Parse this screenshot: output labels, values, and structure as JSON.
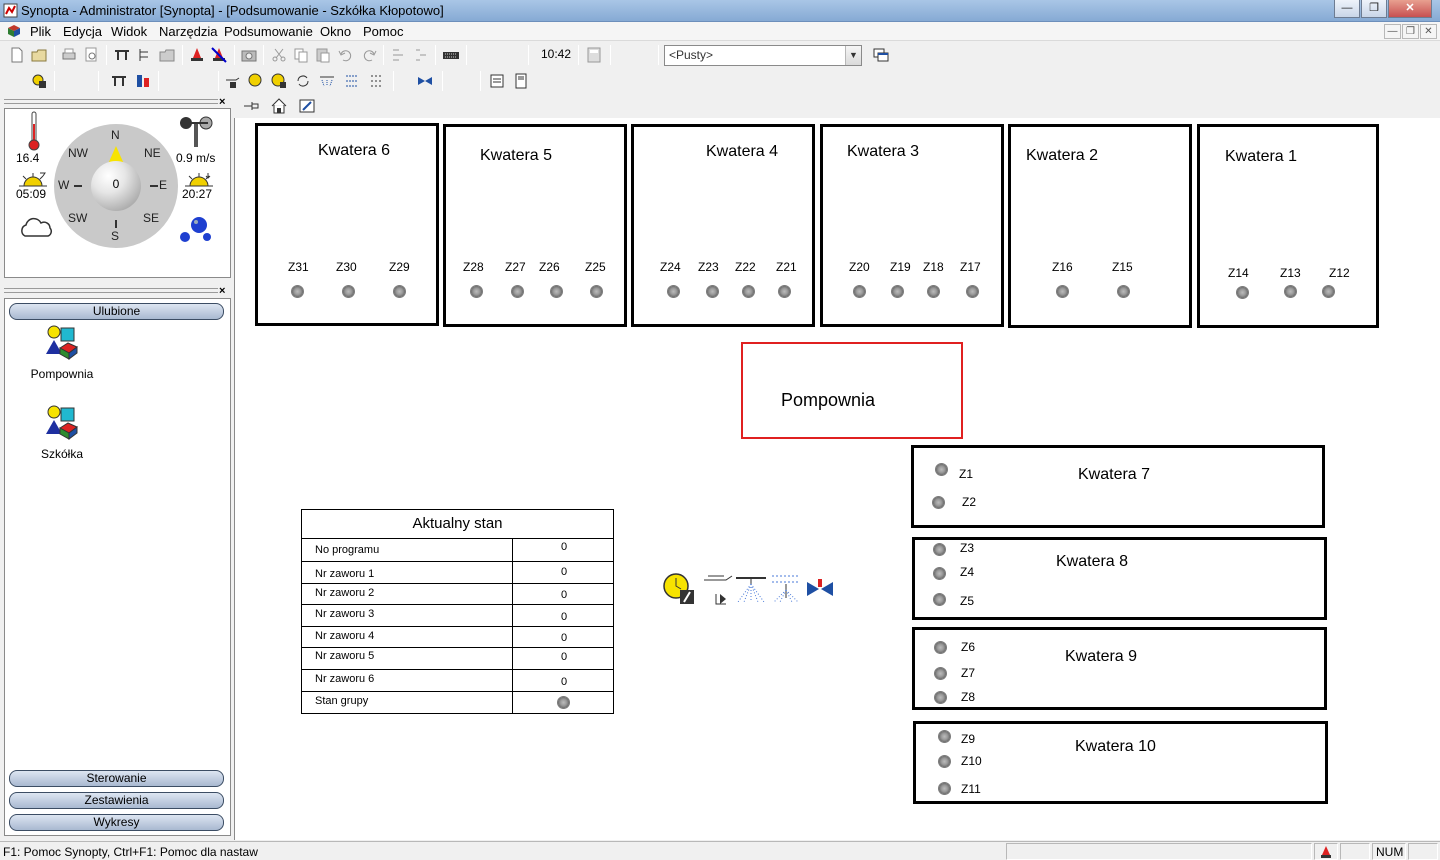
{
  "window": {
    "title": "Synopta - Administrator [Synopta] - [Podsumowanie - Szkółka Kłopotowo]",
    "minimize": "—",
    "restore": "❐",
    "close": "✕"
  },
  "menu": {
    "items": [
      "Plik",
      "Edycja",
      "Widok",
      "Narzędzia",
      "Podsumowanie",
      "Okno",
      "Pomoc"
    ]
  },
  "toolbar": {
    "clock": "10:42",
    "selector_value": "<Pusty>"
  },
  "weather": {
    "temperature": "16.4",
    "wind_speed": "0.9 m/s",
    "sunrise": "05:09",
    "sunset": "20:27",
    "wind_direction_value": "0",
    "directions": {
      "n": "N",
      "ne": "NE",
      "e": "E",
      "se": "SE",
      "s": "S",
      "sw": "SW",
      "w": "W",
      "nw": "NW"
    }
  },
  "sidebar": {
    "favorites_label": "Ulubione",
    "favorites": [
      {
        "label": "Pompownia"
      },
      {
        "label": "Szkółka"
      }
    ],
    "buttons": [
      "Sterowanie",
      "Zestawienia",
      "Wykresy"
    ]
  },
  "synoptic": {
    "top_quarters": [
      {
        "title": "Kwatera 6",
        "valves": [
          "Z31",
          "Z30",
          "Z29"
        ]
      },
      {
        "title": "Kwatera 5",
        "valves": [
          "Z28",
          "Z27",
          "Z26",
          "Z25"
        ]
      },
      {
        "title": "Kwatera 4",
        "valves": [
          "Z24",
          "Z23",
          "Z22",
          "Z21"
        ]
      },
      {
        "title": "Kwatera 3",
        "valves": [
          "Z20",
          "Z19",
          "Z18",
          "Z17"
        ]
      },
      {
        "title": "Kwatera 2",
        "valves": [
          "Z16",
          "Z15"
        ]
      },
      {
        "title": "Kwatera 1",
        "valves": [
          "Z14",
          "Z13",
          "Z12"
        ]
      }
    ],
    "pump_station": "Pompownia",
    "side_quarters": [
      {
        "title": "Kwatera 7",
        "valves": [
          "Z1",
          "Z2"
        ]
      },
      {
        "title": "Kwatera 8",
        "valves": [
          "Z3",
          "Z4",
          "Z5"
        ]
      },
      {
        "title": "Kwatera 9",
        "valves": [
          "Z6",
          "Z7",
          "Z8"
        ]
      },
      {
        "title": "Kwatera 10",
        "valves": [
          "Z9",
          "Z10",
          "Z11"
        ]
      }
    ],
    "status_table": {
      "title": "Aktualny stan",
      "rows": [
        {
          "label": "No programu",
          "value": "0"
        },
        {
          "label": "Nr zaworu 1",
          "value": "0"
        },
        {
          "label": "Nr zaworu 2",
          "value": "0"
        },
        {
          "label": "Nr zaworu 3",
          "value": "0"
        },
        {
          "label": "Nr zaworu 4",
          "value": "0"
        },
        {
          "label": "Nr zaworu 5",
          "value": "0"
        },
        {
          "label": "Nr zaworu 6",
          "value": "0"
        },
        {
          "label": "Stan grupy",
          "value": ""
        }
      ]
    }
  },
  "statusbar": {
    "help_text": "F1: Pomoc Synopty, Ctrl+F1: Pomoc dla nastaw",
    "num": "NUM"
  }
}
